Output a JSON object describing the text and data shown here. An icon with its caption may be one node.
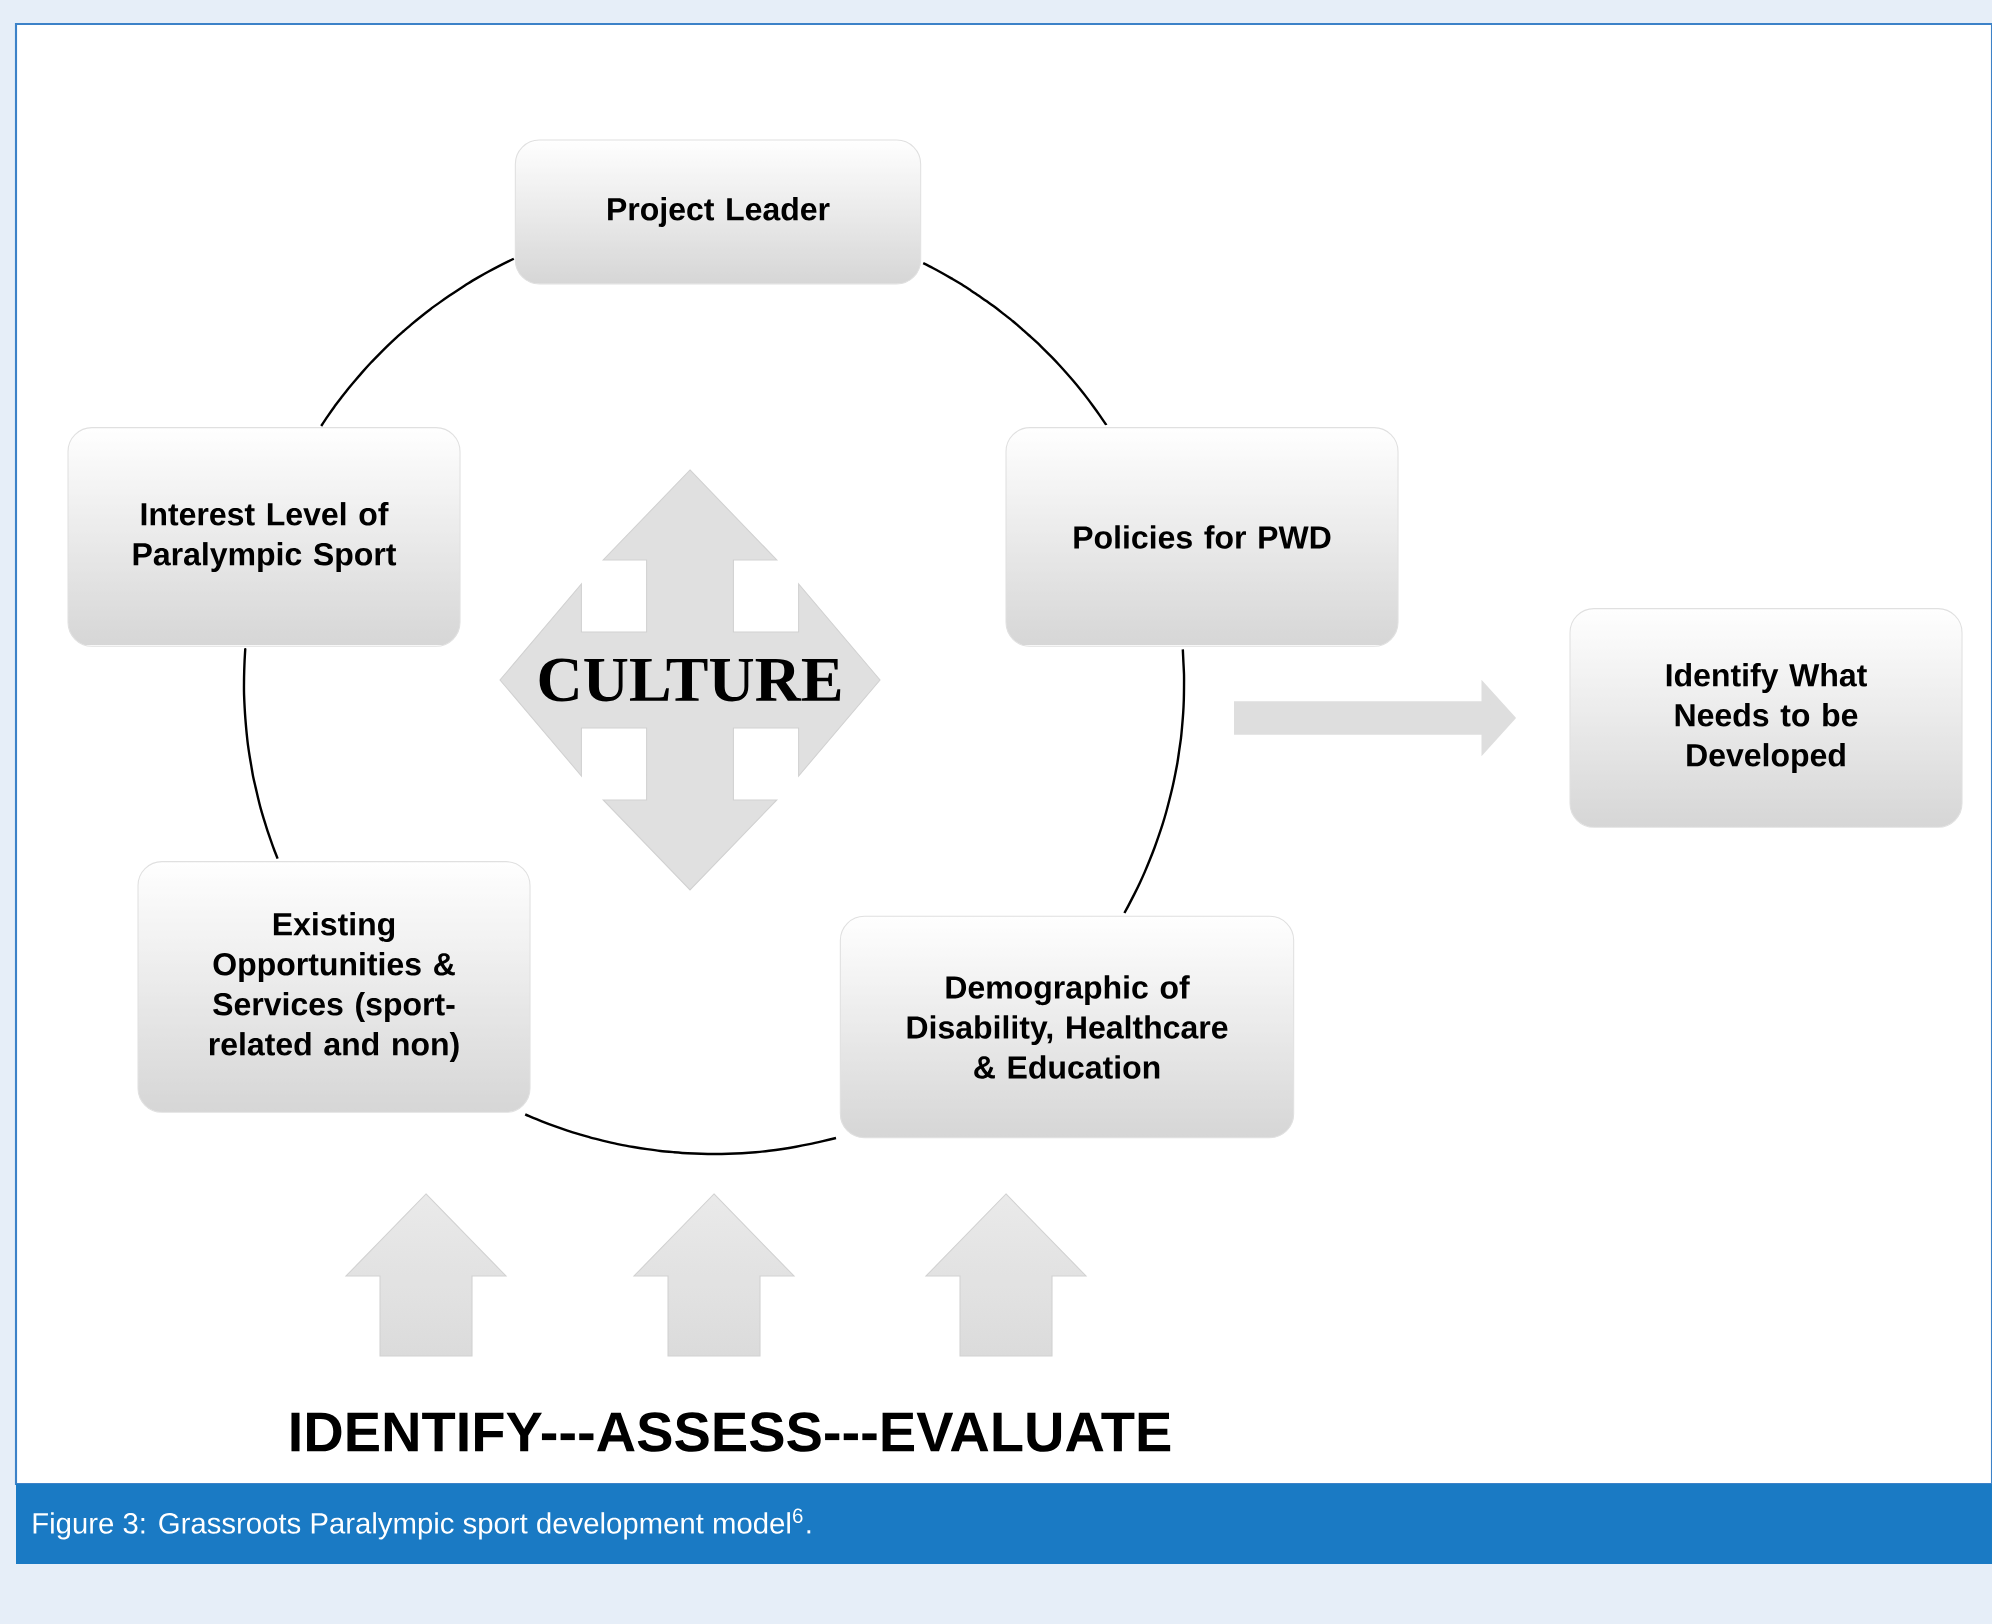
{
  "diagram": {
    "caption": "Figure 3: Grassroots Paralympic sport development model$^{6}$.",
    "nodes": [
      {
        "text": [
          "Project Leader"
        ]
      },
      {
        "text": [
          "Interest Level of Paralympic Sport"
        ]
      },
      {
        "text": [
          "Policies for PWD"
        ]
      },
      {
        "text": [
          "CULTURE"
        ]
      },
      {
        "text": [
          "Identify What Needs to be Developed"
        ]
      },
      {
        "text": [
          "Existing Opportunities & Services (sport-related and non)"
        ]
      },
      {
        "text": [
          "Demographic of Disability, Healthcare & Education"
        ]
      }
    ],
    "edges": [
      {
        "from": 0,
        "to": 2,
        "arrow": "none"
      },
      {
        "from": 2,
        "to": 6,
        "arrow": "none"
      },
      {
        "from": 6,
        "to": 5,
        "arrow": "none"
      },
      {
        "from": 5,
        "to": 1,
        "arrow": "none"
      },
      {
        "from": 1,
        "to": 0,
        "arrow": "none"
      },
      {
        "from": null,
        "to": 4,
        "arrow": "to",
        "style": "thick",
        "color": "#dedede"
      }
    ],
    "labels": [
      "IDENTIFY---ASSESS---EVALUATE"
    ]
  }
}
